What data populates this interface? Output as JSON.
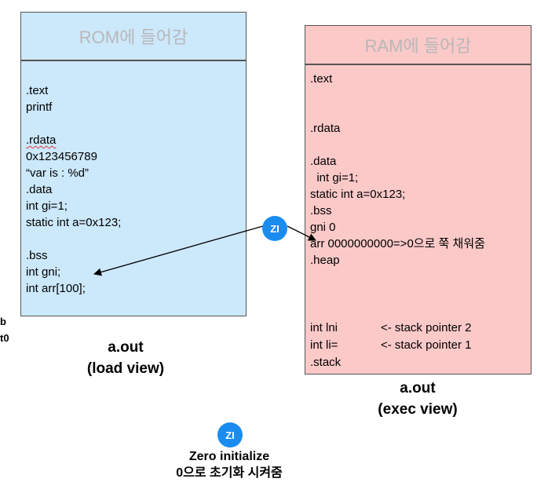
{
  "rom": {
    "header": "ROM에 들어감",
    "lines": [
      ".text",
      "printf",
      ".rdata",
      "0x123456789",
      "“var is : %d”",
      ".data",
      "int gi=1;",
      "static int a=0x123;",
      ".bss",
      "int gni;",
      "int arr[100];"
    ],
    "caption_line1": "a.out",
    "caption_line2": "(load view)"
  },
  "ram": {
    "header": "RAM에 들어감",
    "lines": [
      ".text",
      ".rdata",
      ".data",
      "  int gi=1;",
      "static int a=0x123;",
      ".bss",
      "gni 0",
      "arr 0000000000=>0으로 쭉 채워줌",
      ".heap",
      "int lni",
      "<- stack pointer 2",
      "int li=",
      "<- stack pointer 1",
      ".stack"
    ],
    "caption_line1": "a.out",
    "caption_line2": "(exec view)"
  },
  "zi_badge": "ZI",
  "zi_caption_line1": "Zero initialize",
  "zi_caption_line2": "0으로 초기화 시켜줌",
  "edge_fragments": [
    "b",
    "t0"
  ],
  "colors": {
    "rom_fill": "#cce8fb",
    "ram_fill": "#fcc9c9",
    "badge": "#1a8cf0",
    "header_text": "#b8b8b8"
  }
}
